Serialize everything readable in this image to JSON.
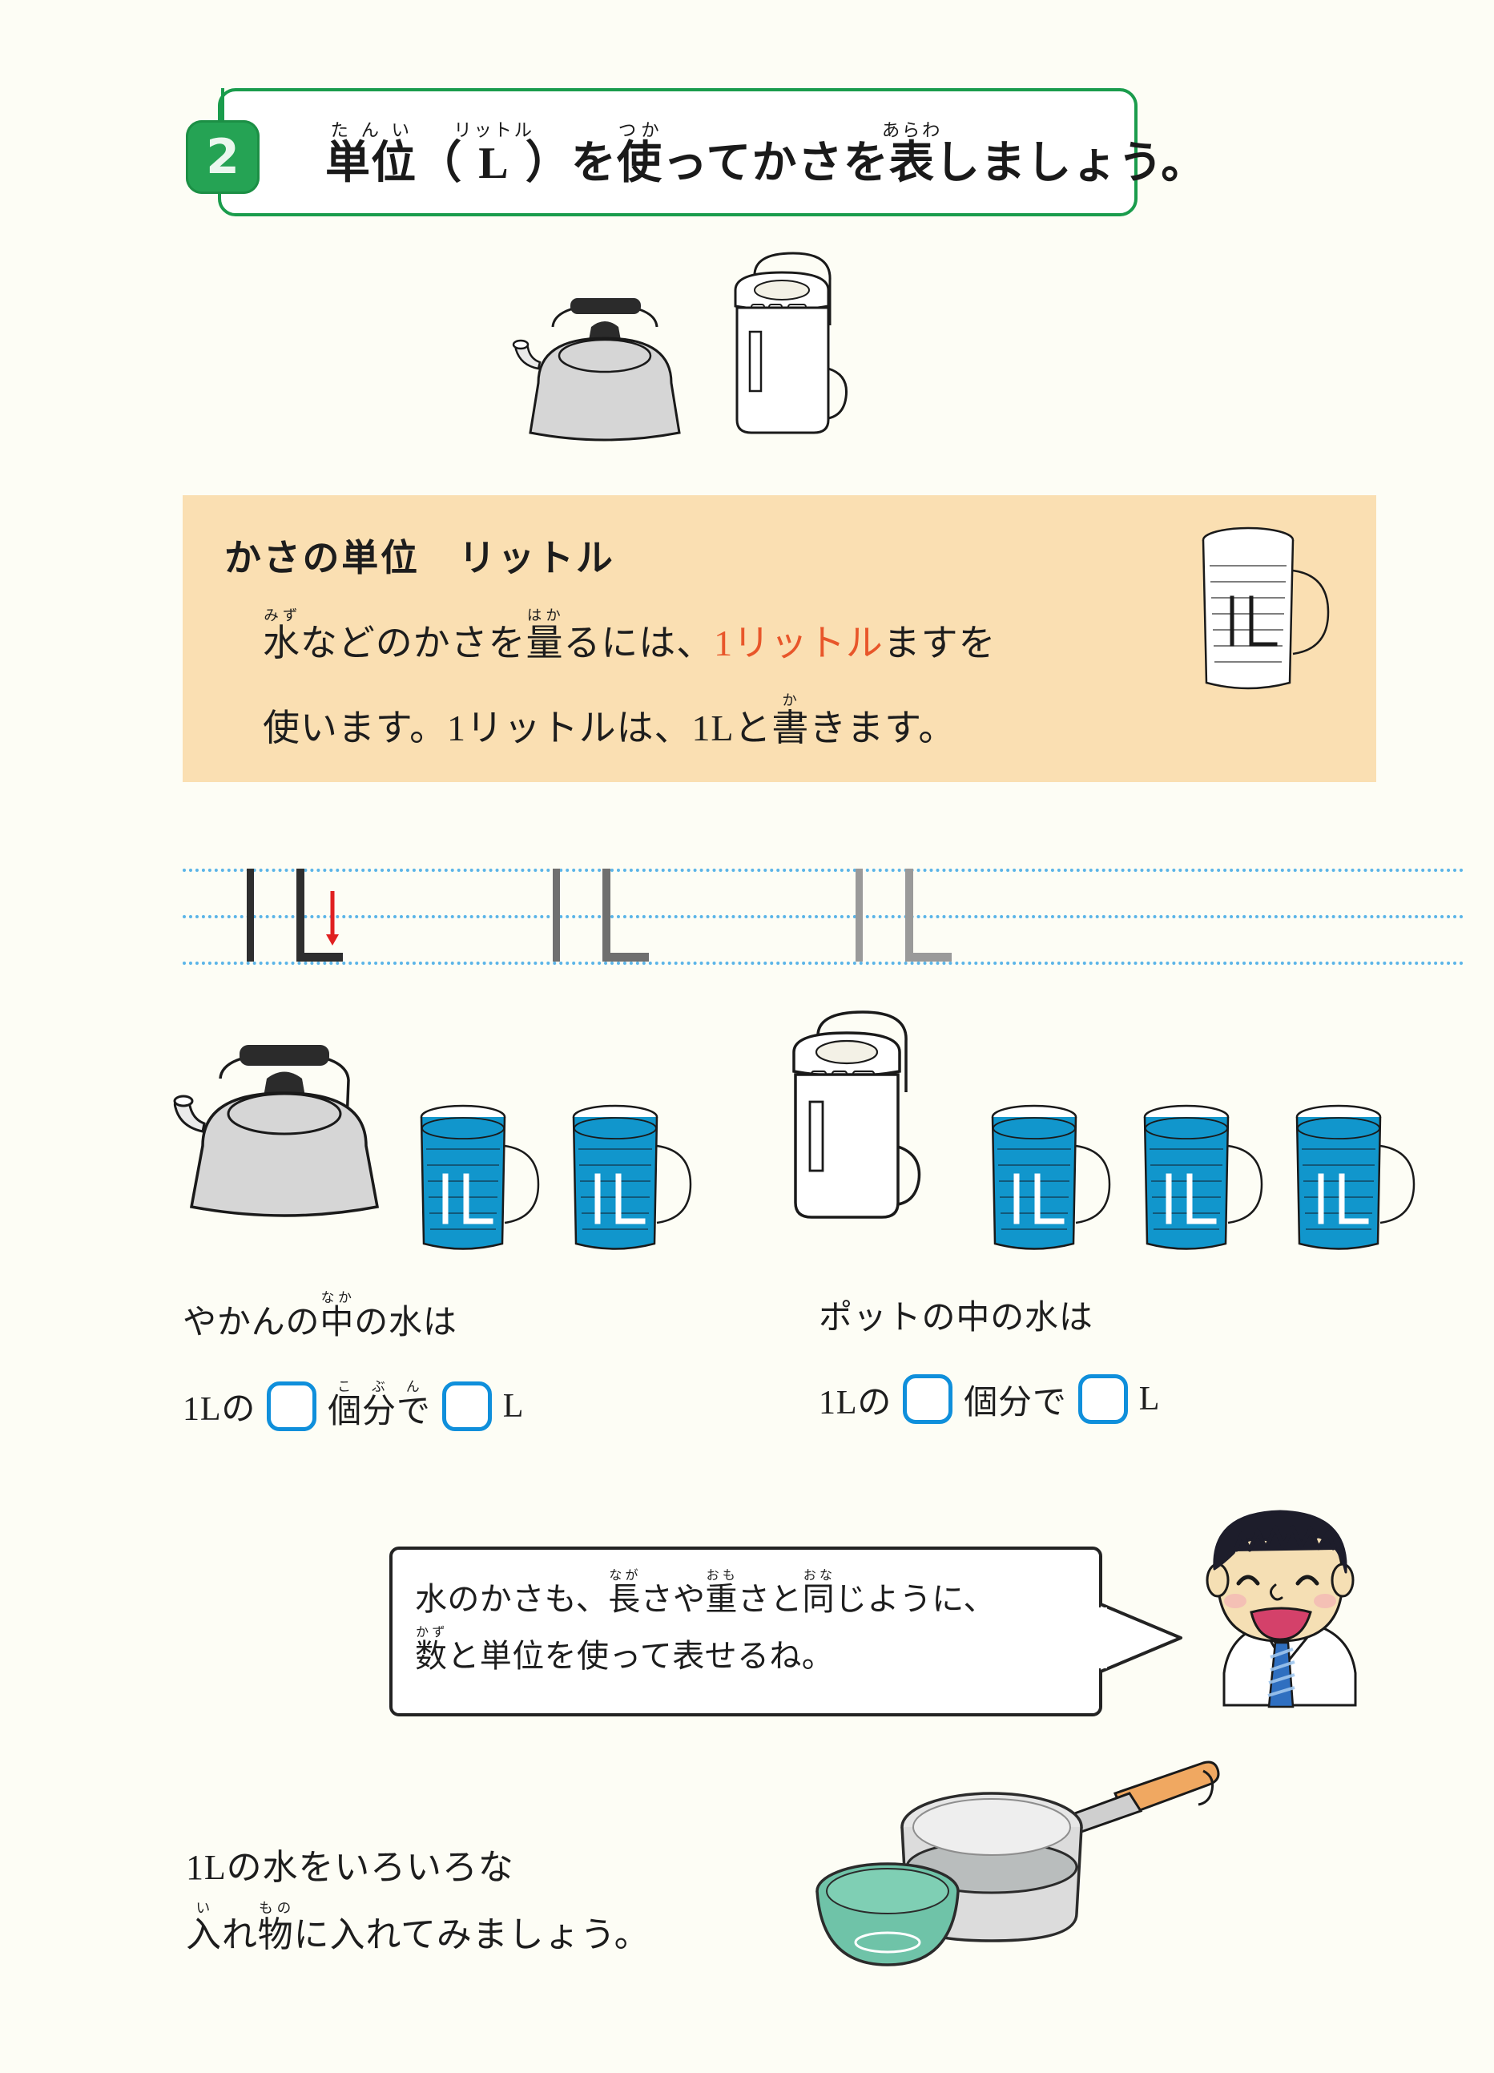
{
  "header": {
    "number": "2",
    "ruby_1": "たんい",
    "base_1": "単位",
    "mid_1": "（",
    "ruby_2": "リットル",
    "base_2": "L",
    "mid_2": "）",
    "plain_1": "を",
    "ruby_3": "つか",
    "base_3": "使",
    "plain_2": "ってかさを",
    "ruby_4": "あらわ",
    "base_4": "表",
    "plain_3": "しましょう。"
  },
  "definition": {
    "title": "かさの単位　リットル",
    "line1_a": "水",
    "line1_a_ruby": "みず",
    "line1_b": "などのかさを",
    "line1_c": "量",
    "line1_c_ruby": "はか",
    "line1_d": "るには、",
    "line1_accent": "1リットル",
    "line1_e": "ますを",
    "line2_a": "使います。1リットルは、1Lと",
    "line2_b": "書",
    "line2_b_ruby": "か",
    "line2_c": "きます。",
    "bg_color": "#fadfb2",
    "accent_color": "#e8562a"
  },
  "practice": {
    "glyph_label": "1L",
    "repetitions": 3,
    "ink_colors": [
      "#2e2e2e",
      "#6f6f6f",
      "#9a9a9a"
    ],
    "guide_color": "#5ab4e8",
    "arrow_color": "#e02020",
    "arrow_note": "stroke-direction-down"
  },
  "comparison": {
    "left": {
      "vessel": "kettle",
      "cup_count": 2,
      "cup_label": "1L",
      "caption_a": "やかんの",
      "caption_ruby": "なか",
      "caption_b": "中",
      "caption_c": "の水は",
      "answer_pre": "1Lの",
      "answer_mid_ruby": "こぶん",
      "answer_mid": "個分で",
      "answer_suffix": "L"
    },
    "right": {
      "vessel": "pot",
      "cup_count": 3,
      "cup_label": "1L",
      "caption_a": "ポットの中の水は",
      "answer_pre": "1Lの",
      "answer_mid": "個分で",
      "answer_suffix": "L"
    },
    "cup_fill_color": "#1196cc",
    "blank_border_color": "#0f8fdb"
  },
  "bubble": {
    "l1_a": "水のかさも、",
    "l1_b": "長",
    "l1_b_ruby": "なが",
    "l1_c": "さや",
    "l1_d": "重",
    "l1_d_ruby": "おも",
    "l1_e": "さと",
    "l1_f": "同",
    "l1_f_ruby": "おな",
    "l1_g": "じように、",
    "l2_a": "数",
    "l2_a_ruby": "かず",
    "l2_b": "と単位を使って表せるね。"
  },
  "bottom": {
    "l1": "1Lの水をいろいろな",
    "l2_a": "入",
    "l2_a_ruby": "い",
    "l2_b": "れ",
    "l2_c": "物",
    "l2_c_ruby": "もの",
    "l2_d": "に入れてみましょう。"
  },
  "illustrations": {
    "kettle_body": "#d6d6d6",
    "kettle_handle": "#2b2b2b",
    "pot_body": "#ffffff",
    "bowl_color": "#6fc3a8",
    "pan_body": "#dcdcdc",
    "pan_handle": "#f0a861",
    "boy_hair": "#1d1d2b",
    "boy_skin": "#f5dfb4",
    "boy_tie": "#2f6fc0"
  }
}
